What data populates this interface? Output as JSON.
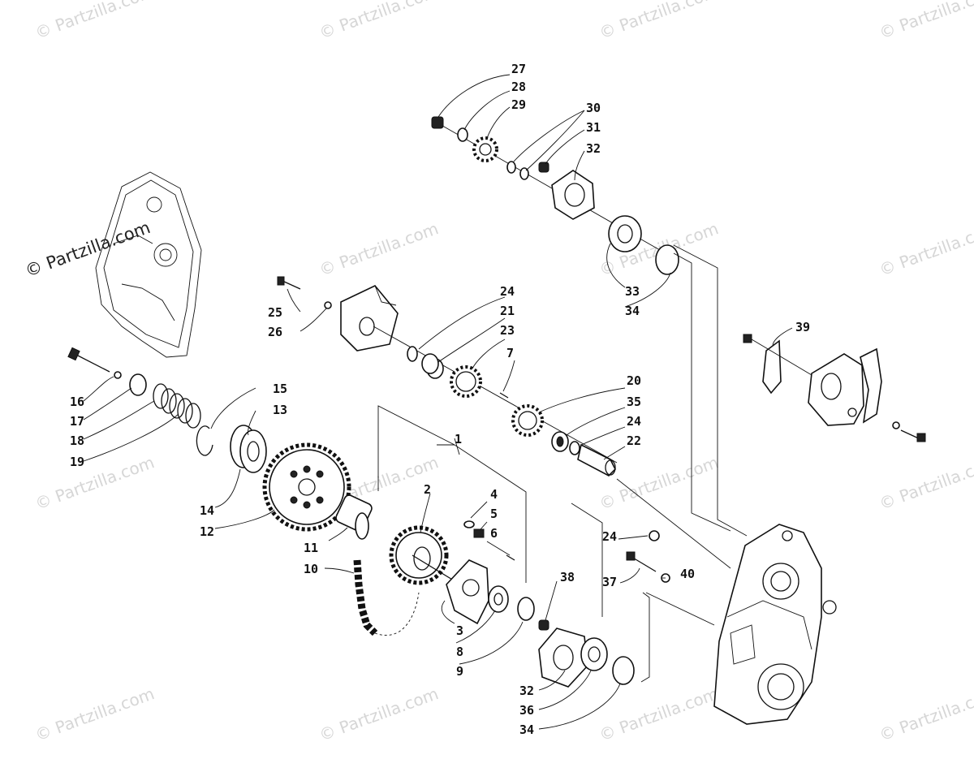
{
  "watermarks": {
    "main": "© Partzilla.com",
    "faint": "© Partzilla.com"
  },
  "part_numbers": [
    "1",
    "2",
    "3",
    "4",
    "5",
    "6",
    "7",
    "8",
    "9",
    "10",
    "11",
    "12",
    "13",
    "14",
    "15",
    "16",
    "17",
    "18",
    "19",
    "20",
    "21",
    "22",
    "23",
    "24",
    "25",
    "26",
    "27",
    "28",
    "29",
    "30",
    "31",
    "32",
    "33",
    "34",
    "35",
    "36",
    "37",
    "38",
    "39",
    "40"
  ],
  "callouts": {
    "p1": "1",
    "p2": "2",
    "p3": "3",
    "p4": "4",
    "p5": "5",
    "p6": "6",
    "p7": "7",
    "p8": "8",
    "p9": "9",
    "p10": "10",
    "p11": "11",
    "p12": "12",
    "p13": "13",
    "p14": "14",
    "p15": "15",
    "p16": "16",
    "p17": "17",
    "p18": "18",
    "p19": "19",
    "p20": "20",
    "p21": "21",
    "p22": "22",
    "p23": "23",
    "p24a": "24",
    "p24b": "24",
    "p24c": "24",
    "p25": "25",
    "p26": "26",
    "p27": "27",
    "p28": "28",
    "p29": "29",
    "p30": "30",
    "p31": "31",
    "p32a": "32",
    "p32b": "32",
    "p33": "33",
    "p34a": "34",
    "p34b": "34",
    "p35": "35",
    "p36": "36",
    "p37": "37",
    "p38": "38",
    "p39": "39",
    "p40": "40"
  }
}
